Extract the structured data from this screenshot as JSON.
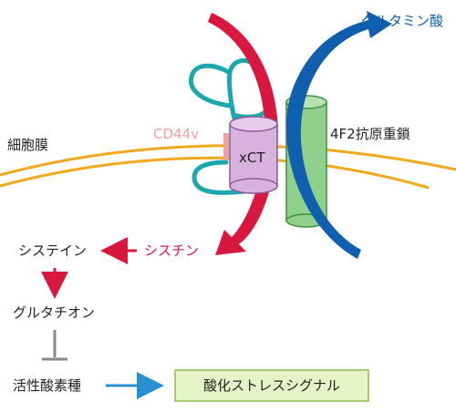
{
  "labels": {
    "glutamate": "グルタミン酸",
    "cd44v": "CD44v",
    "heavy_chain": "4F2抗原重鎖",
    "membrane": "細胞膜",
    "xct": "xCT",
    "cystine": "シスチン",
    "cysteine": "システイン",
    "glutathione": "グルタチオン",
    "ros": "活性酸素種",
    "oxidative_signal": "酸化ストレスシグナル"
  },
  "colors": {
    "red": "#d9183f",
    "blue": "#0f5fae",
    "teal": "#1aa7ae",
    "membrane": "#f0a81e",
    "xct_fill": "#d7b2dd",
    "xct_stroke": "#8a5a95",
    "heavy_fill": "#8fd08c",
    "heavy_stroke": "#3e8f3e",
    "signal_fill": "#e6f3c6",
    "signal_stroke": "#8cbf4a",
    "inhibit": "#888888",
    "arrow_blue": "#2a8fd0",
    "cd44v_text": "#f0a0a0"
  }
}
